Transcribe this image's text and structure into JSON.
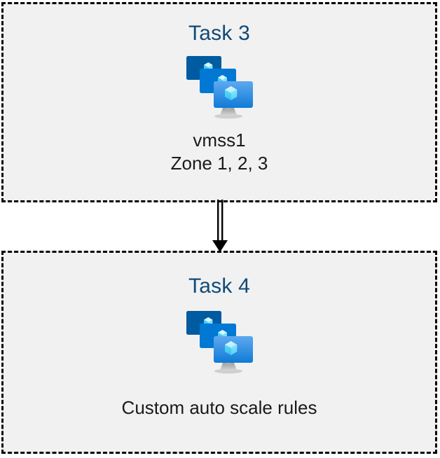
{
  "diagram": {
    "title_color": "#104A78",
    "box_background": "#f1f1f1",
    "box_border_color": "#000000",
    "canvas_background": "#ffffff",
    "connector": {
      "icon": "double-line-down-arrow-icon",
      "color": "#000000",
      "direction": "down"
    },
    "boxes": [
      {
        "heading": "Task 3",
        "icon": "vm-scale-set-icon",
        "caption_lines": [
          "vmss1",
          "Zone 1, 2, 3"
        ]
      },
      {
        "heading": "Task 4",
        "icon": "vm-scale-set-icon",
        "caption_lines": [
          "Custom auto scale rules"
        ]
      }
    ],
    "icon_colors": {
      "back_monitor": "#005BA1",
      "middle_monitor": "#0078D4",
      "front_monitor_top": "#54A7EF",
      "front_monitor_bottom": "#0F7BD6",
      "cube_light": "#C3F1FB",
      "cube_mid": "#50D9F7",
      "cube_dark": "#32C5F4",
      "stand": "#B3B3B3"
    }
  }
}
